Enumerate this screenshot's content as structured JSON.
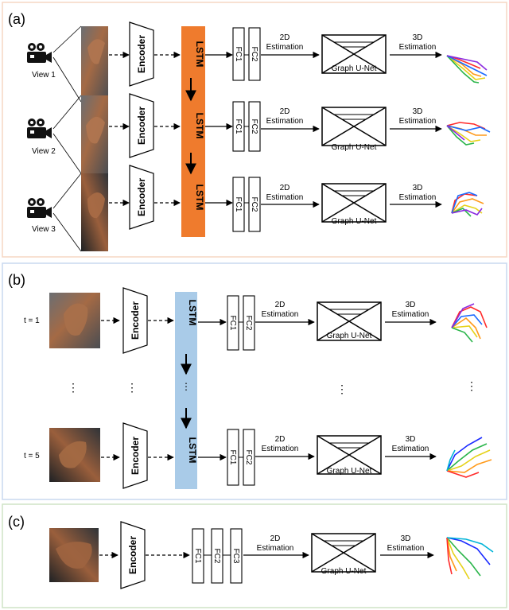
{
  "panels": {
    "a": {
      "label": "(a)",
      "views": [
        "View 1",
        "View 2",
        "View 3"
      ],
      "lstm": "LSTM",
      "encoder": "Encoder",
      "fc1": "FC1",
      "fc2": "FC2",
      "est2d_1": "2D",
      "est2d_2": "Estimation",
      "est3d_1": "3D",
      "est3d_2": "Estimation",
      "graph": "Graph U-Net"
    },
    "b": {
      "label": "(b)",
      "times": [
        "t = 1",
        "t = 5"
      ],
      "lstm": "LSTM",
      "encoder": "Encoder",
      "fc1": "FC1",
      "fc2": "FC2",
      "est2d_1": "2D",
      "est2d_2": "Estimation",
      "est3d_1": "3D",
      "est3d_2": "Estimation",
      "graph": "Graph U-Net",
      "ellipsis": "⋮",
      "lstm_dots": "···"
    },
    "c": {
      "label": "(c)",
      "encoder": "Encoder",
      "fc1": "FC1",
      "fc2": "FC2",
      "fc3": "FC3",
      "est2d_1": "2D",
      "est2d_2": "Estimation",
      "est3d_1": "3D",
      "est3d_2": "Estimation",
      "graph": "Graph U-Net"
    }
  },
  "colors": {
    "panel_a_border": "#f6d7c3",
    "panel_b_border": "#c9d9ef",
    "panel_c_border": "#cfe3c6",
    "lstm_orange": "#ef7b2d",
    "lstm_blue": "#a9cbe8"
  }
}
